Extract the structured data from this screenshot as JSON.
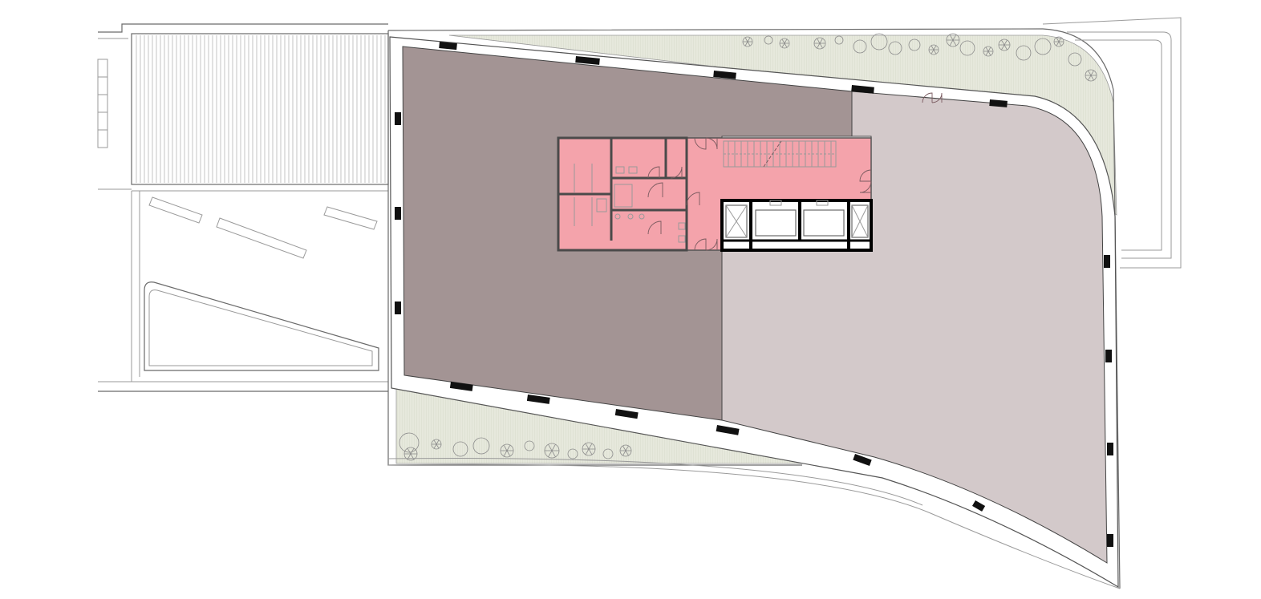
{
  "drawing": {
    "type": "architectural floor plan",
    "zones": [
      {
        "id": "office-west",
        "fill": "#a39494"
      },
      {
        "id": "office-east",
        "fill": "#d3c9ca"
      },
      {
        "id": "service-core",
        "fill": "#f4a3ab"
      },
      {
        "id": "green-roof",
        "fill": "#e4e7da"
      }
    ],
    "colors": {
      "line": "#6a6a6a",
      "facade": "#111111",
      "wall": "#4a4a4a",
      "background": "#ffffff"
    }
  }
}
